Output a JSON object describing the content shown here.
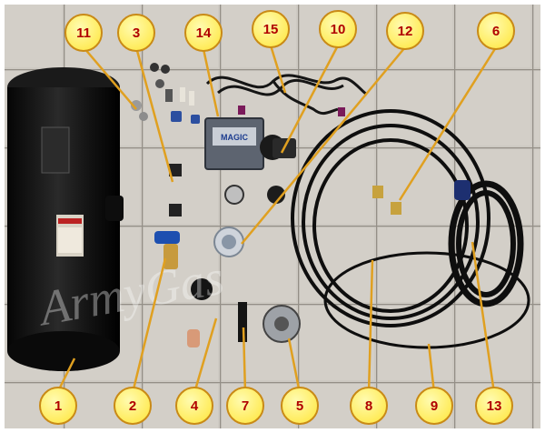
{
  "photo": {
    "subject": "LPG autogas conversion kit components laid out on a tiled floor",
    "colors": {
      "tile": "#cfcbc4",
      "grout": "#8f8a82",
      "tank": "#141414",
      "callout_fill": "#fff37a",
      "callout_stroke": "#c98a16",
      "callout_text": "#b00000"
    },
    "watermark": "ArmyGas"
  },
  "callouts": [
    "1",
    "2",
    "3",
    "4",
    "5",
    "6",
    "7",
    "8",
    "9",
    "10",
    "11",
    "12",
    "13",
    "14",
    "15"
  ],
  "ecu_label": "MAGIC"
}
